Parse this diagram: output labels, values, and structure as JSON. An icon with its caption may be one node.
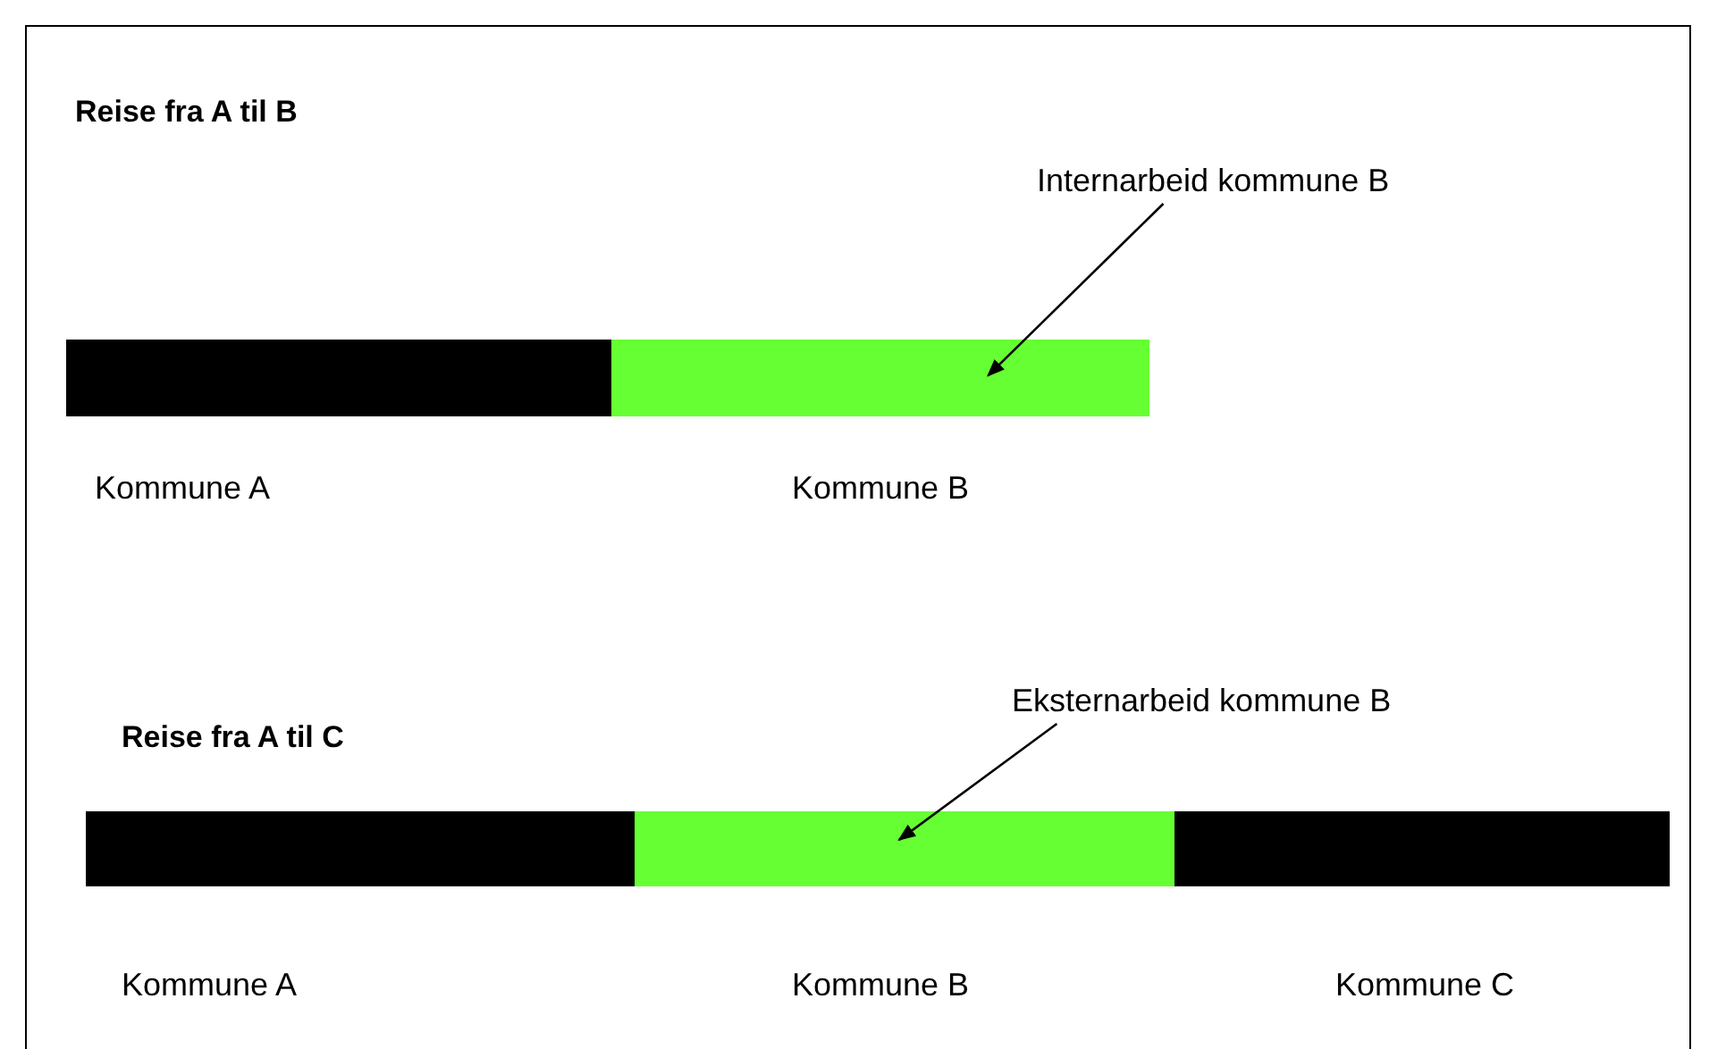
{
  "diagram": {
    "nodes": [
      {
        "text": [
          "Internarbeid kommune B"
        ]
      },
      {
        "text": [],
        "shape": "bar",
        "beside": [
          "Kommune A"
        ]
      },
      {
        "text": [],
        "shape": "bar",
        "beside": [
          "Kommune B"
        ]
      },
      {
        "text": [
          "Eksternarbeid kommune B"
        ]
      },
      {
        "text": [],
        "shape": "bar",
        "beside": [
          "Kommune A"
        ]
      },
      {
        "text": [],
        "shape": "bar",
        "beside": [
          "Kommune B"
        ]
      },
      {
        "text": [],
        "shape": "bar",
        "beside": [
          "Kommune C"
        ]
      }
    ],
    "edges": [
      {
        "from": 0,
        "to": 2,
        "arrow": "to"
      },
      {
        "from": 3,
        "to": 5,
        "arrow": "to"
      }
    ],
    "labels": [
      "Reise fra A til B",
      "Reise fra A til C"
    ]
  }
}
